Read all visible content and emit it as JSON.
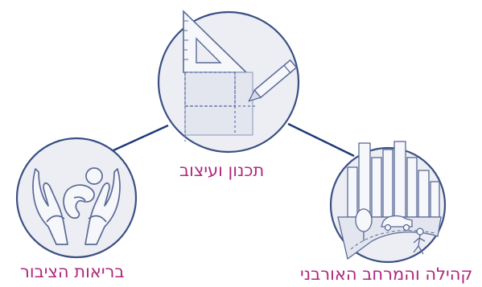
{
  "nodes": [
    {
      "id": "design",
      "label": "תכנון ועיצוב",
      "icon": "triangle-ruler-pencil-icon"
    },
    {
      "id": "health",
      "label": "בריאות הציבור",
      "icon": "hands-holding-baby-icon"
    },
    {
      "id": "urban",
      "label": "קהילה והמרחב האורבני",
      "icon": "city-skyline-icon"
    }
  ],
  "colors": {
    "label": "#b1277c",
    "connector": "#1e3a78",
    "circle_fill": "#eceef4",
    "circle_stroke": "#3b4f84",
    "icon_fill": "#f6f7fb",
    "icon_stroke": "#5a6a96",
    "dashed": "#5d6fa8"
  }
}
